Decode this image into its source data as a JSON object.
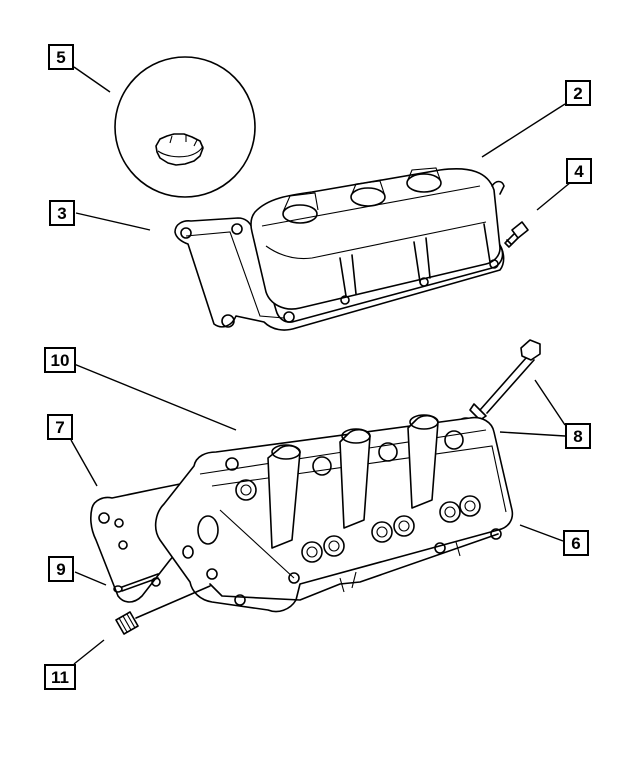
{
  "callouts": {
    "c2": "2",
    "c3": "3",
    "c4": "4",
    "c5": "5",
    "c6": "6",
    "c7": "7",
    "c8": "8",
    "c9": "9",
    "c10": "10",
    "c11": "11"
  }
}
